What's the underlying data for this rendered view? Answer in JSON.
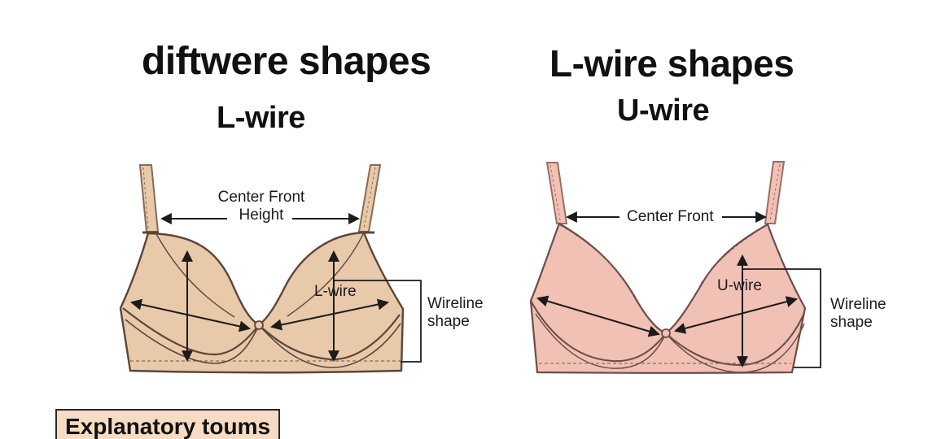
{
  "titles": {
    "left_title": "diftwere shapes",
    "left_subtitle": "L-wire",
    "right_title": "L-wire shapes",
    "right_subtitle": "U-wire"
  },
  "left_diagram": {
    "center_front_label_line1": "Center Front",
    "center_front_label_line2": "Height",
    "wire_label": "L-wire",
    "wireline_label_line1": "Wireline",
    "wireline_label_line2": "shape",
    "fill_color": "#e8c9aa"
  },
  "right_diagram": {
    "center_front_label": "Center Front",
    "wire_label": "U-wire",
    "wireline_label_line1": "Wireline",
    "wireline_label_line2": "shape",
    "fill_color": "#f1c1b5"
  },
  "footer": {
    "explanatory_label": "Explanatory toums"
  }
}
